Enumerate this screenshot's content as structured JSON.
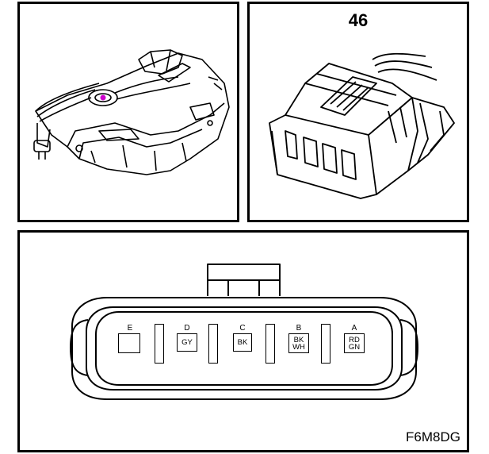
{
  "connector_view": {
    "number": "46"
  },
  "face_view": {
    "doc_code": "F6M8DG",
    "pins": [
      {
        "letter": "E",
        "wire_color": ""
      },
      {
        "letter": "D",
        "wire_color": "GY"
      },
      {
        "letter": "C",
        "wire_color": "BK"
      },
      {
        "letter": "B",
        "wire_color": "BK\nWH"
      },
      {
        "letter": "A",
        "wire_color": "RD\nGN"
      }
    ]
  },
  "colors": {
    "line": "#000000",
    "highlight": "#cc00cc"
  }
}
